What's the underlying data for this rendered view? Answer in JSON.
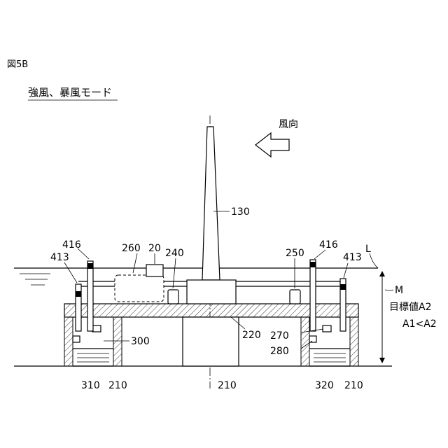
{
  "figure_label": "図5B",
  "mode_title": "強風、暴風モード",
  "wind_direction_label": "風向",
  "labels": {
    "tower": "130",
    "rod_416_left": "416",
    "rod_413_left": "413",
    "float_260": "260",
    "generator_20": "20",
    "unit_240": "240",
    "unit_250": "250",
    "rod_416_right": "416",
    "rod_413_right": "413",
    "water_level": "L",
    "draft_m": "M",
    "target_value": "目標値A2",
    "comparison": "A1<A2",
    "tank_300": "300",
    "deck_220": "220",
    "pipe_270": "270",
    "pipe_280": "280",
    "ballast_310": "310",
    "column_210_left": "210",
    "column_210_center": "210",
    "ballast_320": "320",
    "column_210_right": "210"
  }
}
